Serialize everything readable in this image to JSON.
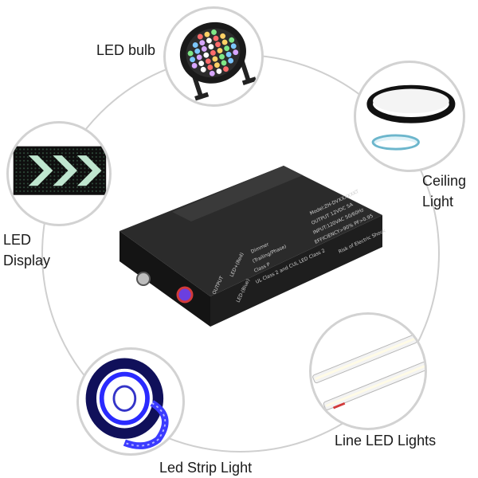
{
  "labels": {
    "led_bulb": "LED bulb",
    "ceiling_light_line1": "Ceiling",
    "ceiling_light_line2": "Light",
    "led_display_line1": "LED",
    "led_display_line2": "Display",
    "line_led_lights": "Line LED Lights",
    "led_strip_light": "Led Strip Light"
  },
  "driver_box": {
    "model_text": "Model:ZH-DVXXXXXKT",
    "output_volts": "OUTPUT 12VDC 5A",
    "input_text": "INPUT:120VAC 50/60Hz",
    "efficiency": "EFFICIENCY>90%  PF>0.95",
    "dimmer_label": "Dimmer",
    "class_text": "Class P",
    "ul_text": "UL Class 2 and CUL LED  Class 2",
    "output_label": "OUTPUT",
    "led_plus": "LED+(Red)",
    "led_minus": "LED-(Blue)",
    "trailing_text": "(Trailing/Phase)",
    "warning_text": "Risk of Electric Shock"
  },
  "colors": {
    "ring": "#cfcfcf",
    "bubble_border": "#d2d2d2",
    "driver_body": "#1b1b1b",
    "strip_glow": "#3b3bff"
  }
}
